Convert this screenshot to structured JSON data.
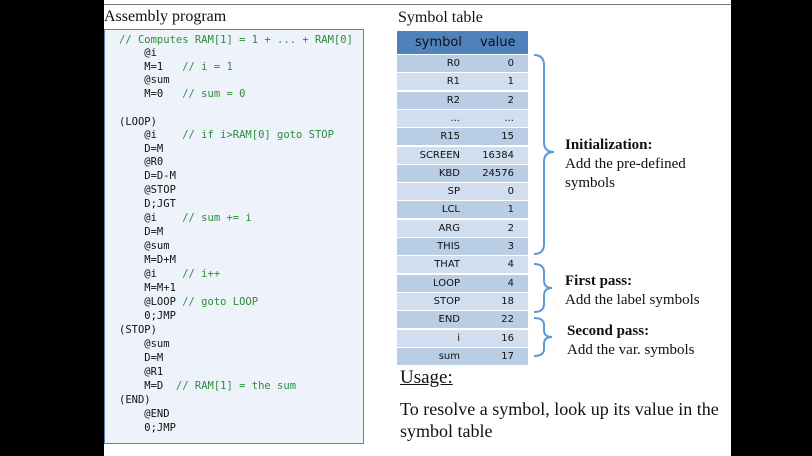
{
  "assembly": {
    "title": "Assembly program",
    "lines": [
      {
        "code": "// Computes RAM[1] = 1 + ... + RAM[0]",
        "comment": ""
      },
      {
        "code": "    @i",
        "comment": ""
      },
      {
        "code": "    M=1   ",
        "comment": "// i = 1"
      },
      {
        "code": "    @sum",
        "comment": ""
      },
      {
        "code": "    M=0   ",
        "comment": "// sum = 0"
      },
      {
        "code": "",
        "comment": ""
      },
      {
        "code": "(LOOP)",
        "comment": ""
      },
      {
        "code": "    @i    ",
        "comment": "// if i>RAM[0] goto STOP"
      },
      {
        "code": "    D=M",
        "comment": ""
      },
      {
        "code": "    @R0",
        "comment": ""
      },
      {
        "code": "    D=D-M",
        "comment": ""
      },
      {
        "code": "    @STOP",
        "comment": ""
      },
      {
        "code": "    D;JGT",
        "comment": ""
      },
      {
        "code": "    @i    ",
        "comment": "// sum += i"
      },
      {
        "code": "    D=M",
        "comment": ""
      },
      {
        "code": "    @sum",
        "comment": ""
      },
      {
        "code": "    M=D+M",
        "comment": ""
      },
      {
        "code": "    @i    ",
        "comment": "// i++"
      },
      {
        "code": "    M=M+1",
        "comment": ""
      },
      {
        "code": "    @LOOP ",
        "comment": "// goto LOOP"
      },
      {
        "code": "    0;JMP",
        "comment": ""
      },
      {
        "code": "(STOP)",
        "comment": ""
      },
      {
        "code": "    @sum",
        "comment": ""
      },
      {
        "code": "    D=M",
        "comment": ""
      },
      {
        "code": "    @R1",
        "comment": ""
      },
      {
        "code": "    M=D  ",
        "comment": "// RAM[1] = the sum"
      },
      {
        "code": "(END)",
        "comment": ""
      },
      {
        "code": "    @END",
        "comment": ""
      },
      {
        "code": "    0;JMP",
        "comment": ""
      }
    ]
  },
  "symbol_table": {
    "title": "Symbol table",
    "columns": [
      "symbol",
      "value"
    ],
    "rows": [
      {
        "symbol": "R0",
        "value": "0"
      },
      {
        "symbol": "R1",
        "value": "1"
      },
      {
        "symbol": "R2",
        "value": "2"
      },
      {
        "symbol": "...",
        "value": "..."
      },
      {
        "symbol": "R15",
        "value": "15"
      },
      {
        "symbol": "SCREEN",
        "value": "16384"
      },
      {
        "symbol": "KBD",
        "value": "24576"
      },
      {
        "symbol": "SP",
        "value": "0"
      },
      {
        "symbol": "LCL",
        "value": "1"
      },
      {
        "symbol": "ARG",
        "value": "2"
      },
      {
        "symbol": "THIS",
        "value": "3"
      },
      {
        "symbol": "THAT",
        "value": "4"
      },
      {
        "symbol": "LOOP",
        "value": "4"
      },
      {
        "symbol": "STOP",
        "value": "18"
      },
      {
        "symbol": "END",
        "value": "22"
      },
      {
        "symbol": "i",
        "value": "16"
      },
      {
        "symbol": "sum",
        "value": "17"
      }
    ]
  },
  "notes": {
    "initialization": {
      "title": "Initialization:",
      "text": [
        "Add the pre-defined",
        "symbols"
      ]
    },
    "first_pass": {
      "title": "First pass:",
      "text": [
        "Add the label symbols"
      ]
    },
    "second_pass": {
      "title": "Second pass:",
      "text": [
        "Add the var. symbols"
      ]
    }
  },
  "usage": {
    "title": "Usage:",
    "text": "To resolve a symbol, look up its value in the symbol table"
  },
  "colors": {
    "table_header": "#4f81bd",
    "table_row_odd": "#b9cde5",
    "table_row_even": "#d0deef",
    "code_background": "#eef3fb",
    "code_border": "#5b7fb8",
    "comment": "#2e8b3a",
    "brace": "#5b9bd5"
  }
}
